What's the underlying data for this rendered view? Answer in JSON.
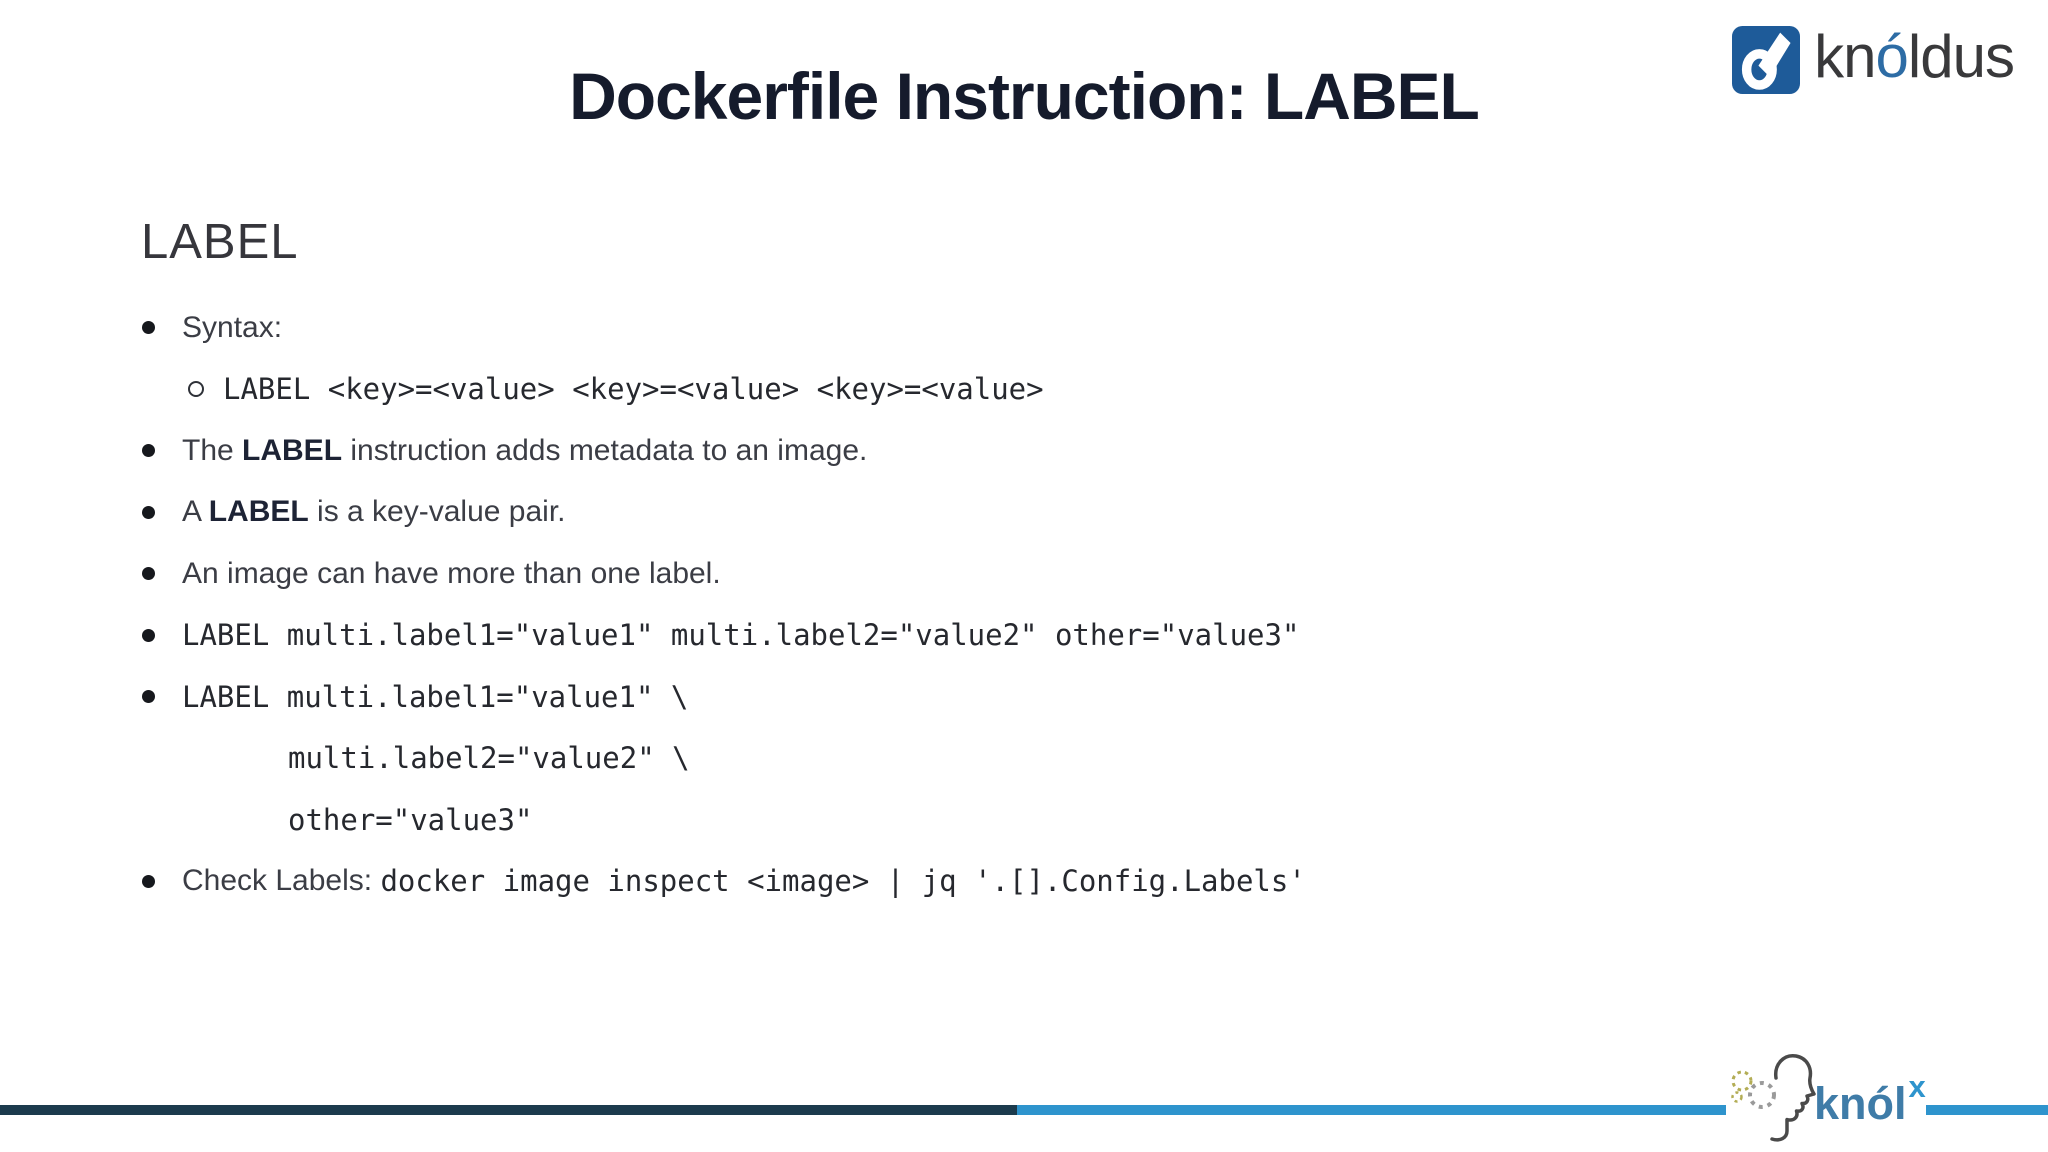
{
  "slide": {
    "title": "Dockerfile Instruction: LABEL",
    "section_heading": "LABEL"
  },
  "brand": {
    "wordmark_pre": "kn",
    "wordmark_accent": "ó",
    "wordmark_post": "ldus",
    "square_color": "#1e5b99",
    "accent_color": "#2d6ca5",
    "text_color": "#39393b",
    "logo_icon": "knoldus-o-square-icon"
  },
  "content": {
    "bullets": [
      {
        "marker": "disc",
        "text": "Syntax:"
      },
      {
        "marker": "circle",
        "mono": "LABEL <key>=<value> <key>=<value> <key>=<value>"
      },
      {
        "marker": "disc",
        "prefix": "The ",
        "bold": "LABEL",
        "suffix": " instruction adds metadata to an image."
      },
      {
        "marker": "disc",
        "prefix": "A ",
        "bold": "LABEL",
        "suffix": " is a key-value pair."
      },
      {
        "marker": "disc",
        "text": "An image can have more than one label."
      },
      {
        "marker": "disc",
        "mono": "LABEL multi.label1=\"value1\" multi.label2=\"value2\" other=\"value3\""
      },
      {
        "marker": "disc",
        "mono": "LABEL multi.label1=\"value1\" \\"
      },
      {
        "marker": "none",
        "mono": "multi.label2=\"value2\" \\"
      },
      {
        "marker": "none",
        "mono": "other=\"value3\""
      },
      {
        "marker": "disc",
        "prefix": "Check Labels: ",
        "mono": "docker image inspect <image> | jq '.[].Config.Labels'"
      }
    ]
  },
  "footer": {
    "bar_dark_color": "#1c3b4d",
    "bar_light_color": "#2e94cd",
    "knolx_wordmark": "knól",
    "knolx_sup": "x",
    "knolx_text_color": "#3f7ca8",
    "knolx_sup_color": "#2e94cd",
    "knolx_icon": "head-profile-gears-icon"
  }
}
